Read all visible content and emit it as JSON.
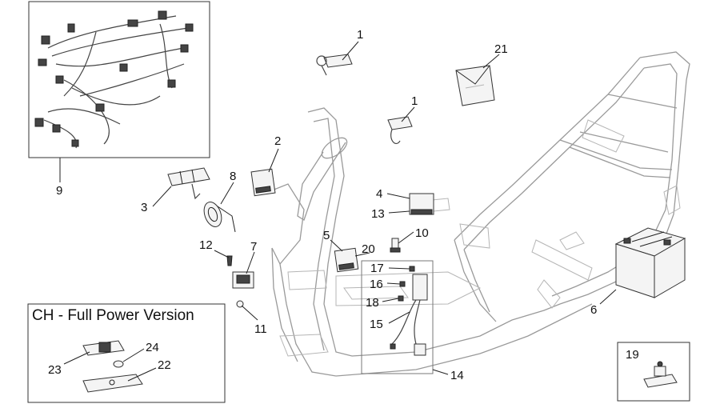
{
  "inset_title": "CH - Full Power Version",
  "callouts": {
    "c1a": "1",
    "c1b": "1",
    "c2": "2",
    "c3": "3",
    "c4": "4",
    "c5": "5",
    "c6": "6",
    "c7": "7",
    "c8": "8",
    "c9": "9",
    "c10": "10",
    "c11": "11",
    "c12": "12",
    "c13": "13",
    "c14": "14",
    "c15": "15",
    "c16": "16",
    "c17": "17",
    "c18": "18",
    "c19": "19",
    "c20": "20",
    "c21": "21",
    "c22": "22",
    "c23": "23",
    "c24": "24"
  }
}
